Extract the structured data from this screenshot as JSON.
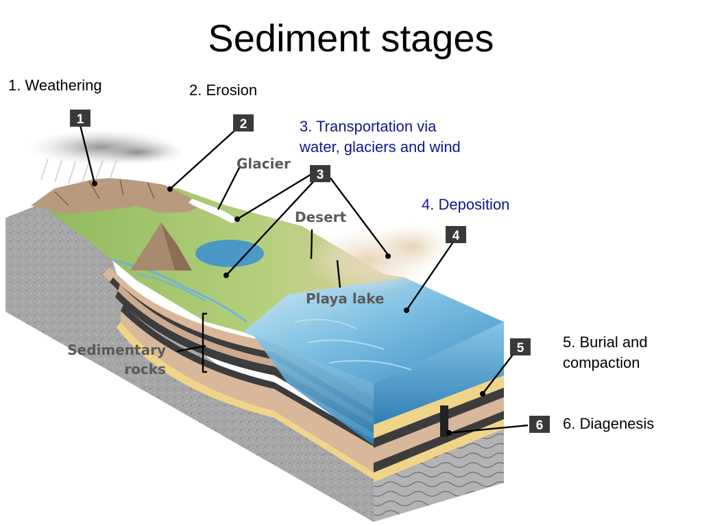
{
  "title": "Sediment stages",
  "stages": [
    {
      "label": "1. Weathering",
      "number": "1"
    },
    {
      "label": "2. Erosion",
      "number": "2"
    },
    {
      "label_line1": "3. Transportation via",
      "label_line2": "water, glaciers and wind",
      "number": "3"
    },
    {
      "label": "4. Deposition",
      "number": "4"
    },
    {
      "label_line1": "5. Burial and",
      "label_line2": "compaction",
      "number": "5"
    },
    {
      "label": "6. Diagenesis",
      "number": "6"
    }
  ],
  "features": {
    "glacier": "Glacier",
    "desert": "Desert",
    "playa_lake": "Playa lake",
    "sedimentary_line1": "Sedimentary",
    "sedimentary_line2": "rocks"
  },
  "colors": {
    "stage_label_blue": "#14148c",
    "number_box": "#3a3a3a",
    "water": "#3b8fc4",
    "land_green": "#9cc06a",
    "mountain": "#b89a7e",
    "rock_gray": "#a4a4a4",
    "sand_layer": "#f0d48a"
  }
}
